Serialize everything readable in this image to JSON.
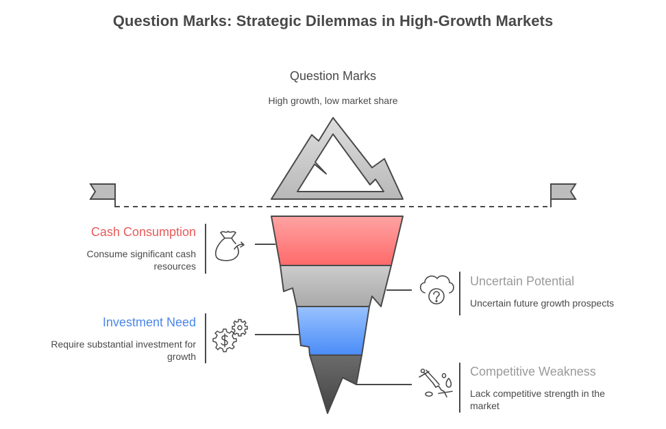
{
  "title": "Question Marks: Strategic Dilemmas in High-Growth Markets",
  "top": {
    "label": "Question Marks",
    "subtitle": "High growth, low market share",
    "icon": "mountain-peak-icon"
  },
  "colors": {
    "cash": "#e85a5a",
    "uncertain": "#9a9a9a",
    "investment": "#4a86e8",
    "competitive": "#9a9a9a",
    "layer_red_top": "#ffa3a3",
    "layer_red_bottom": "#ff6a6a",
    "layer_gray_top": "#cccccc",
    "layer_gray_bottom": "#a9a9a9",
    "layer_blue_top": "#99c2ff",
    "layer_blue_bottom": "#4a8cf7",
    "layer_dark_top": "#6b6b6b",
    "layer_dark_bottom": "#444444",
    "stroke": "#484848"
  },
  "items": [
    {
      "title": "Cash Consumption",
      "description": "Consume significant cash resources",
      "side": "left",
      "icon": "money-bag-icon"
    },
    {
      "title": "Uncertain Potential",
      "description": "Uncertain future growth prospects",
      "side": "right",
      "icon": "cloud-question-icon"
    },
    {
      "title": "Investment Need",
      "description": "Require substantial investment for growth",
      "side": "left",
      "icon": "gear-dollar-icon"
    },
    {
      "title": "Competitive Weakness",
      "description": "Lack competitive strength in the market",
      "side": "right",
      "icon": "broken-sword-icon"
    }
  ]
}
